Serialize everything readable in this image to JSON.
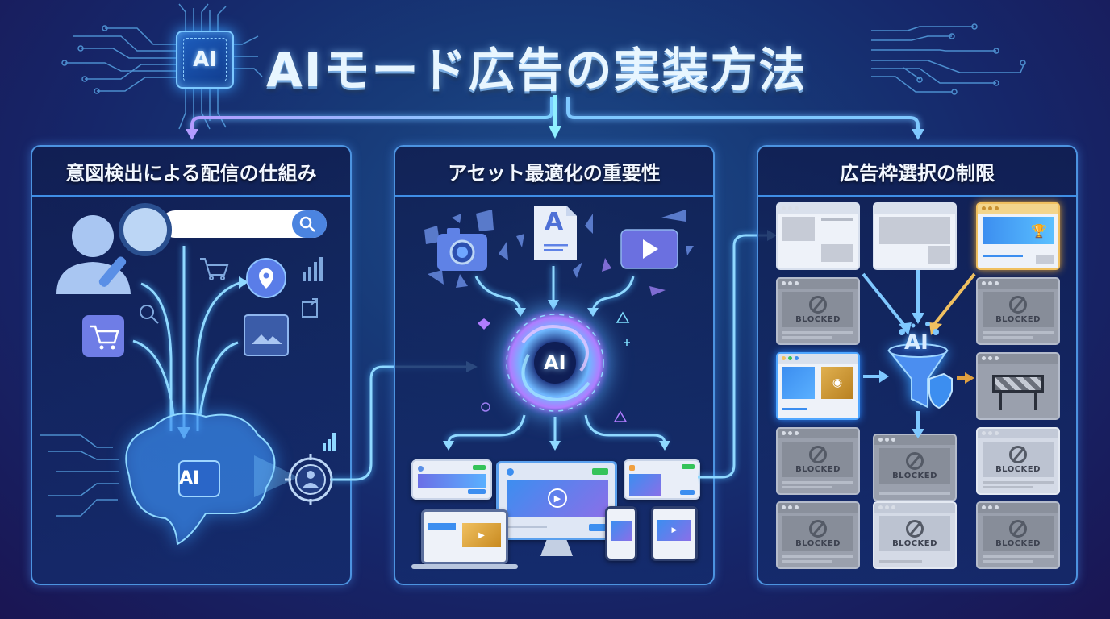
{
  "header": {
    "title": "AIモード広告の実装方法",
    "chip_label": "AI"
  },
  "panels": [
    {
      "title": "意図検出による配信の仕組み",
      "elements": {
        "user_icon": "user-silhouette",
        "search_bar_icon": "search-icon",
        "signal_icons": [
          "shopping-cart-icon",
          "location-pin-icon",
          "bar-chart-icon",
          "search-icon",
          "map-pin-icon",
          "external-link-icon",
          "image-ad-icon",
          "shopping-cart-icon"
        ],
        "brain_label": "AI",
        "target_icon": "target-user-icon"
      }
    },
    {
      "title": "アセット最適化の重要性",
      "elements": {
        "asset_icons": [
          "camera-icon",
          "text-document-icon",
          "video-play-icon"
        ],
        "document_letter": "A",
        "core_label": "AI",
        "output_devices": [
          "ad-card-banner",
          "desktop-monitor-video",
          "ad-card-video",
          "laptop",
          "smartphone",
          "tablet"
        ]
      }
    },
    {
      "title": "広告枠選択の制限",
      "elements": {
        "funnel_label": "AI",
        "blocked_label": "BLOCKED",
        "placements": [
          {
            "state": "allowed",
            "style": "light"
          },
          {
            "state": "allowed",
            "style": "light"
          },
          {
            "state": "premium",
            "style": "gold"
          },
          {
            "state": "blocked",
            "style": "gray"
          },
          {
            "state": "selected",
            "style": "blue"
          },
          {
            "state": "blocked",
            "style": "gray"
          },
          {
            "state": "barrier",
            "style": "gray"
          },
          {
            "state": "blocked",
            "style": "gray"
          },
          {
            "state": "blocked",
            "style": "gray"
          },
          {
            "state": "blocked",
            "style": "light"
          },
          {
            "state": "blocked",
            "style": "gray"
          },
          {
            "state": "blocked",
            "style": "light"
          },
          {
            "state": "blocked",
            "style": "gray"
          }
        ]
      }
    }
  ],
  "colors": {
    "background_top": "#1f4d8c",
    "background_edge": "#1a1553",
    "panel_border": "#4c93e0",
    "glow": "#8fd8ff",
    "accent_purple": "#a78bfa",
    "accent_gold": "#f0c060",
    "blocked_gray": "#9aa0ad"
  }
}
